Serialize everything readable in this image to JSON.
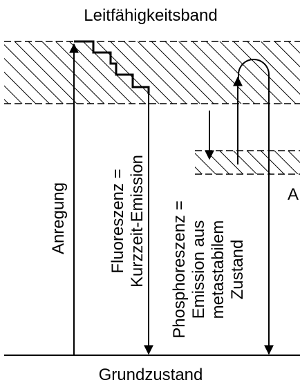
{
  "title_top": "Leitfähigkeitsband",
  "title_bottom": "Grundzustand",
  "label_anregung": "Anregung",
  "label_fluoreszenz": [
    "Fluoreszenz =",
    "Kurzzeit-Emission"
  ],
  "label_phosphoreszenz": [
    "Phosphoreszenz =",
    "Emission aus",
    "metastabilem",
    "Zustand"
  ],
  "label_a": "A",
  "colors": {
    "ink": "#000000",
    "background": "#ffffff"
  }
}
